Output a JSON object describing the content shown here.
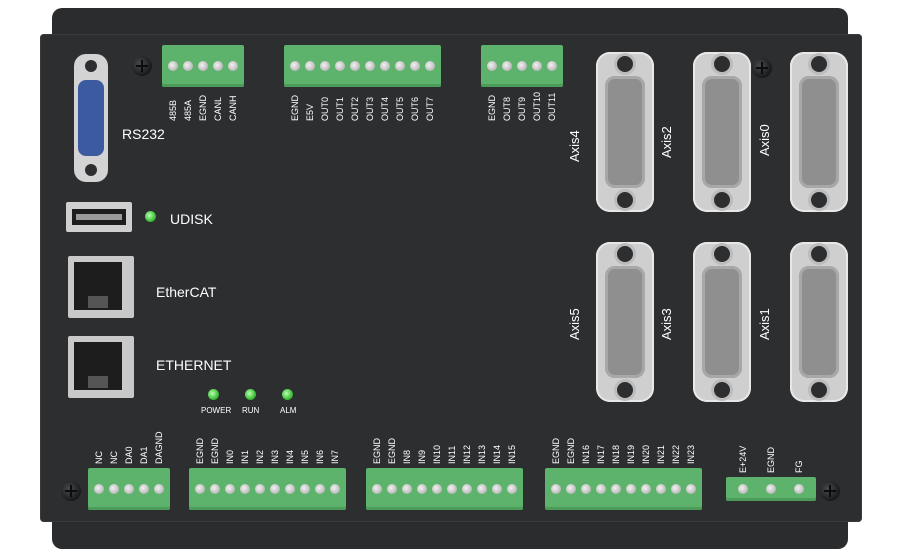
{
  "ports": {
    "rs232": "RS232",
    "udisk": "UDISK",
    "ethercat": "EtherCAT",
    "ethernet": "ETHERNET"
  },
  "leds": [
    "POWER",
    "RUN",
    "ALM"
  ],
  "axes": [
    "Axis4",
    "Axis2",
    "Axis0",
    "Axis5",
    "Axis3",
    "Axis1"
  ],
  "top_terminals": {
    "can485": [
      "485B",
      "485A",
      "EGND",
      "CANL",
      "CANH"
    ],
    "outputs": [
      "EGND",
      "E5V",
      "OUT0",
      "OUT1",
      "OUT2",
      "OUT3",
      "OUT4",
      "OUT5",
      "OUT6",
      "OUT7"
    ],
    "outputs2": [
      "EGND",
      "OUT8",
      "OUT9",
      "OUT10",
      "OUT11"
    ]
  },
  "bottom_terminals": {
    "da": [
      "NC",
      "NC",
      "DA0",
      "DA1",
      "DAGND"
    ],
    "in0_7": [
      "EGND",
      "EGND",
      "IN0",
      "IN1",
      "IN2",
      "IN3",
      "IN4",
      "IN5",
      "IN6",
      "IN7"
    ],
    "in8_15": [
      "EGND",
      "EGND",
      "IN8",
      "IN9",
      "IN10",
      "IN11",
      "IN12",
      "IN13",
      "IN14",
      "IN15"
    ],
    "in16_23": [
      "EGND",
      "EGND",
      "IN16",
      "IN17",
      "IN18",
      "IN19",
      "IN20",
      "IN21",
      "IN22",
      "IN23"
    ],
    "power": [
      "E+24V",
      "EGND",
      "FG"
    ]
  },
  "colors": {
    "case": "#2d2e30",
    "terminal": "#5db36b",
    "led": "#3fbf39"
  }
}
